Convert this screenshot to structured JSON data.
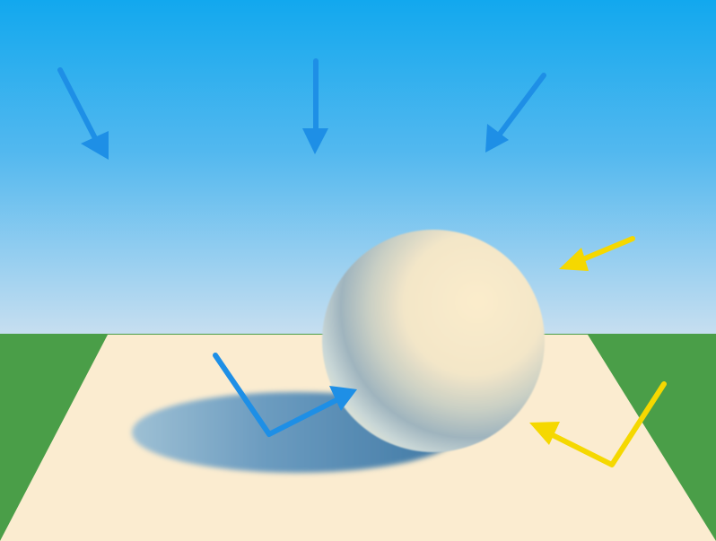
{
  "scene": {
    "subject": "sphere-on-ground",
    "light_sources": [
      {
        "name": "skylight",
        "color": "#1e8fe6"
      },
      {
        "name": "sunlight",
        "color": "#f5d800"
      }
    ],
    "reflected_light": [
      {
        "name": "sky-bounce-onto-shadow-side",
        "color": "#1e8fe6"
      },
      {
        "name": "ground-bounce-onto-sphere",
        "color": "#f5d800"
      }
    ]
  },
  "colors": {
    "sky_top": "#12a8ee",
    "sky_bottom": "#c8dff0",
    "grass": "#4a9e48",
    "ground": "#fbecd0",
    "sphere_light": "#fbeccb",
    "sphere_shade": "#9fb4be",
    "shadow": "#5a90b8",
    "blue_arrow": "#1e8fe6",
    "yellow_arrow": "#f5d800"
  }
}
